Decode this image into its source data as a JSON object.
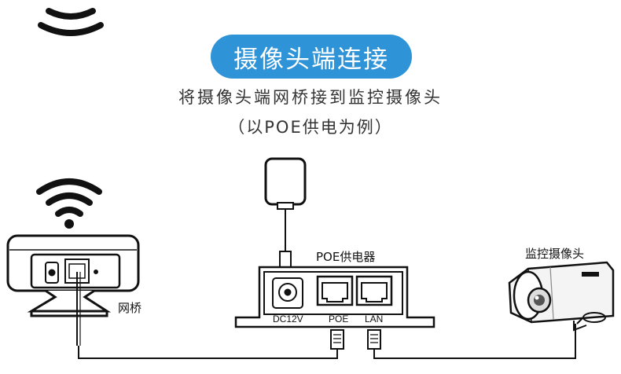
{
  "header": {
    "title": "摄像头端连接",
    "subtitle": "将摄像头端网桥接到监控摄像头",
    "note": "（以POE供电为例）",
    "accent_color": "#2f93d8"
  },
  "diagram": {
    "bridge_label": "网桥",
    "injector_label": "POE供电器",
    "camera_label": "监控摄像头",
    "ports": {
      "dc": "DC12V",
      "poe": "POE",
      "lan": "LAN"
    },
    "icons": [
      "wifi-icon",
      "power-adapter-icon",
      "rj45-plug-icon"
    ]
  }
}
